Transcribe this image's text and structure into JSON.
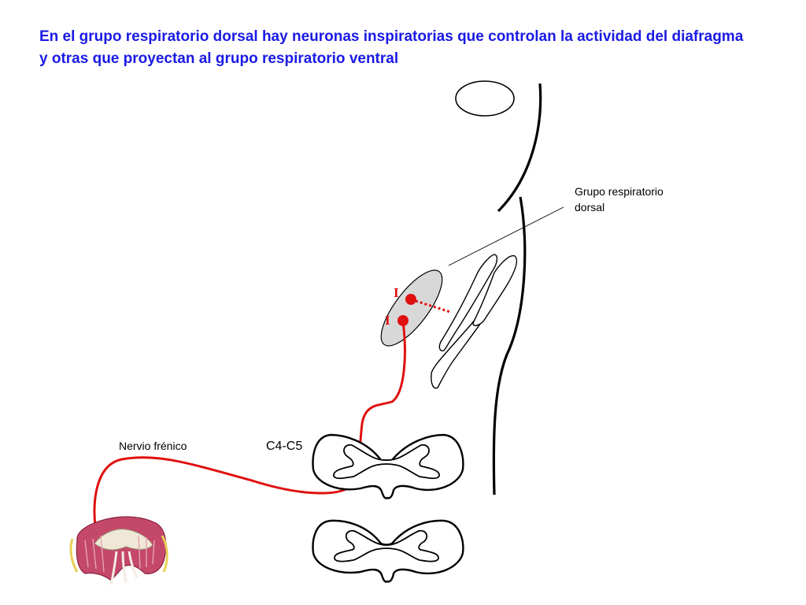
{
  "title": "En el grupo respiratorio dorsal hay neuronas inspiratorias que controlan la actividad del diafragma y otras que proyectan al grupo respiratorio ventral",
  "labels": {
    "dorsal_group_line1": "Grupo respiratorio",
    "dorsal_group_line2": "dorsal",
    "phrenic_nerve": "Nervio frénico",
    "spinal_level": "C4-C5",
    "neuron_top": "I",
    "neuron_bottom": "I"
  },
  "colors": {
    "title": "#1a1ae6",
    "pathway": "#e01010",
    "dorsal_group_fill": "#d8d8d8",
    "outline": "#000000"
  }
}
